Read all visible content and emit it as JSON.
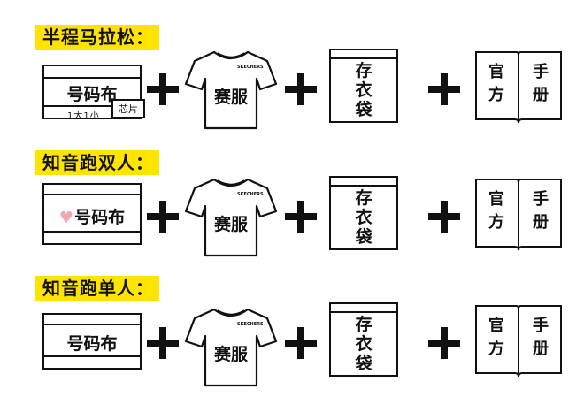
{
  "sections": [
    {
      "title": "半程马拉松：",
      "bib": {
        "label": "号码布",
        "sizes": "1大1小",
        "chip": "芯片",
        "heart": false
      },
      "shirt": {
        "label": "赛服",
        "brand": "SKECHERS"
      },
      "bag": {
        "lines": [
          "存",
          "衣",
          "袋"
        ]
      },
      "book": {
        "left": [
          "官",
          "方"
        ],
        "right": [
          "手",
          "册"
        ]
      }
    },
    {
      "title": "知音跑双人：",
      "bib": {
        "label": "号码布",
        "heart": true
      },
      "shirt": {
        "label": "赛服",
        "brand": "SKECHERS"
      },
      "bag": {
        "lines": [
          "存",
          "衣",
          "袋"
        ]
      },
      "book": {
        "left": [
          "官",
          "方"
        ],
        "right": [
          "手",
          "册"
        ]
      }
    },
    {
      "title": "知音跑单人：",
      "bib": {
        "label": "号码布",
        "heart": false
      },
      "shirt": {
        "label": "赛服",
        "brand": "SKECHERS"
      },
      "bag": {
        "lines": [
          "存",
          "衣",
          "袋"
        ]
      },
      "book": {
        "left": [
          "官",
          "方"
        ],
        "right": [
          "手",
          "册"
        ]
      }
    }
  ],
  "colors": {
    "highlight": "#ffe400",
    "ink": "#111111",
    "heart": "#f4a6b4"
  }
}
